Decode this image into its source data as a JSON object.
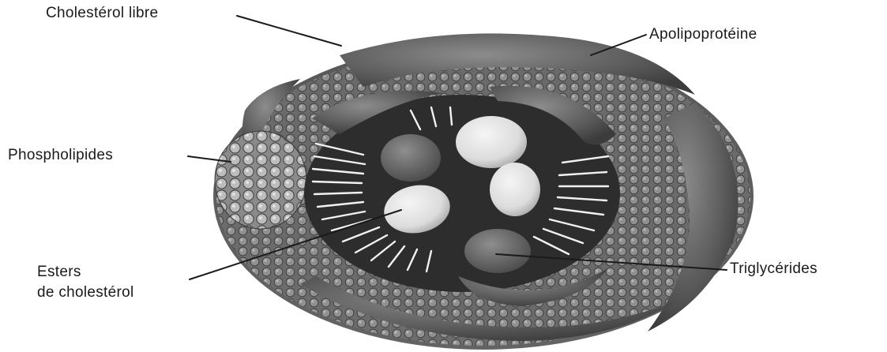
{
  "labels": {
    "free_cholesterol": "Cholestérol libre",
    "apolipoprotein": "Apolipoprotéine",
    "phospholipids": "Phospholipides",
    "cholesterol_esters_line1": "Esters",
    "cholesterol_esters_line2": "de cholestérol",
    "triglycerides": "Triglycérides"
  },
  "colors": {
    "ink": "#1a1a1a",
    "shell": "#5a5a5a",
    "core": "#2b2b2b",
    "droplet": "#e8e8e8"
  }
}
